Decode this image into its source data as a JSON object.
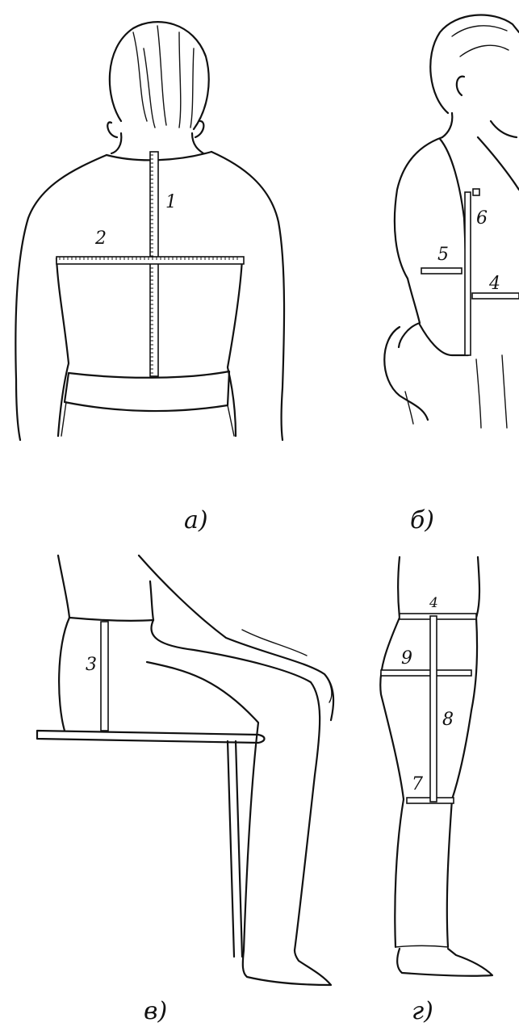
{
  "figures": [
    {
      "caption": "а)",
      "labels": [
        "1",
        "2"
      ]
    },
    {
      "caption": "б)",
      "labels": [
        "6",
        "5",
        "4"
      ]
    },
    {
      "caption": "в)",
      "labels": [
        "3"
      ]
    },
    {
      "caption": "г)",
      "labels": [
        "4",
        "9",
        "8",
        "7"
      ]
    }
  ]
}
